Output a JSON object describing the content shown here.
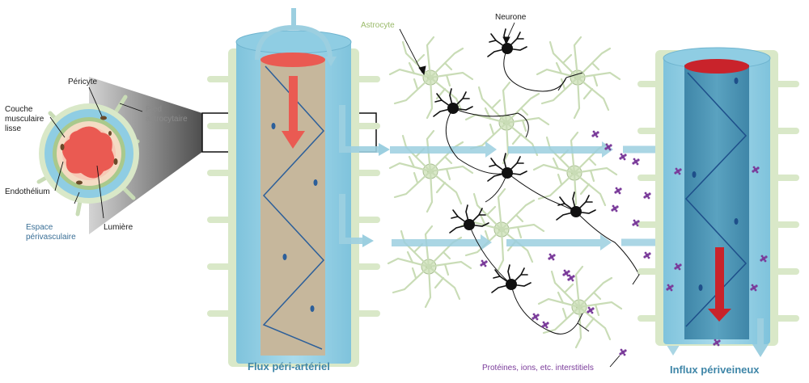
{
  "labels": {
    "pericyte": "Péricyte",
    "couche": "Couche musculaire lisse",
    "pied": "Pied astrocytaire",
    "endothelium": "Endothélium",
    "espace": "Espace périvasculaire",
    "lumiere": "Lumière",
    "astrocyte": "Astrocyte",
    "neurone": "Neurone",
    "flux_arteriel": "Flux péri-artériel",
    "influx_veineux": "Influx périveineux",
    "proteines": "Protéines, ions, etc. interstitiels"
  },
  "colors": {
    "vessel_blue": "#8fcde3",
    "lumen_tan": "#c6b79c",
    "lumen_red": "#ea5a52",
    "vein_blue": "#4f97b6",
    "astro_green": "#d9e8c8",
    "neuron_black": "#111111",
    "flow_arrow": "#9ccfe0",
    "protein_purple": "#7a3b9a"
  }
}
